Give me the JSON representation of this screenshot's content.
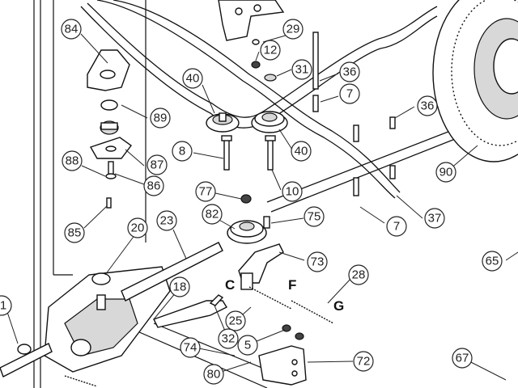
{
  "parts": {
    "n1": "1",
    "n5": "5",
    "n7a": "7",
    "n7b": "7",
    "n8": "8",
    "n10": "10",
    "n12": "12",
    "n18": "18",
    "n20": "20",
    "n23": "23",
    "n25": "25",
    "n28": "28",
    "n29": "29",
    "n31": "31",
    "n32": "32",
    "n36a": "36",
    "n36b": "36",
    "n37": "37",
    "n40a": "40",
    "n40b": "40",
    "n65": "65",
    "n67": "67",
    "n72": "72",
    "n73": "73",
    "n74": "74",
    "n75": "75",
    "n77": "77",
    "n80": "80",
    "n82": "82",
    "n84": "84",
    "n85": "85",
    "n86": "86",
    "n87": "87",
    "n88": "88",
    "n89": "89",
    "n90": "90"
  },
  "spring_labels": {
    "c": "C",
    "f": "F",
    "g": "G"
  }
}
